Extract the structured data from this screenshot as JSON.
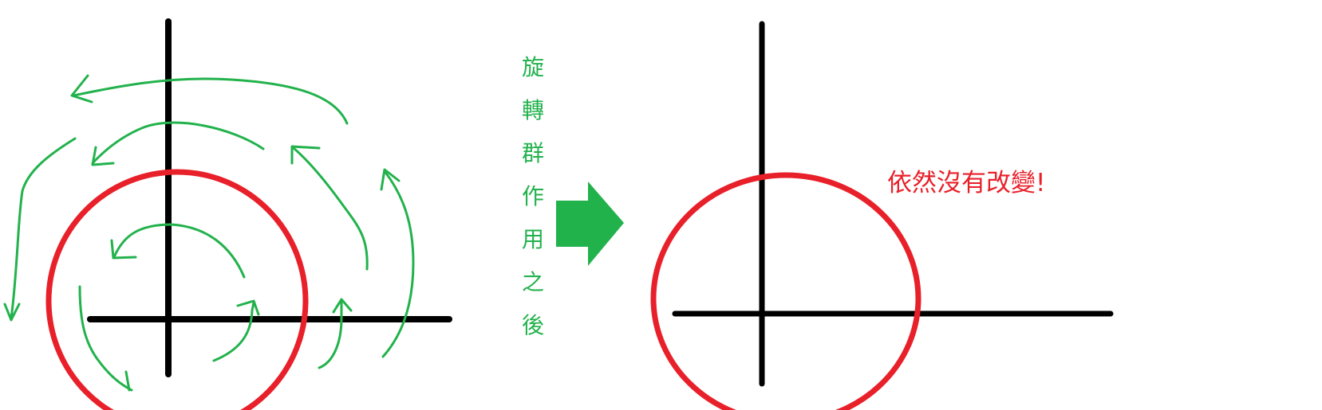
{
  "colors": {
    "axis": "#000000",
    "circle": "#e8202a",
    "arrows": "#22b24c",
    "label": "#22b24c",
    "note": "#e8202a"
  },
  "caption_chars": [
    "旋",
    "轉",
    "群",
    "作",
    "用",
    "之",
    "後"
  ],
  "note_text": "依然沒有改變!",
  "icons": {
    "transition": "right-arrow-icon"
  }
}
